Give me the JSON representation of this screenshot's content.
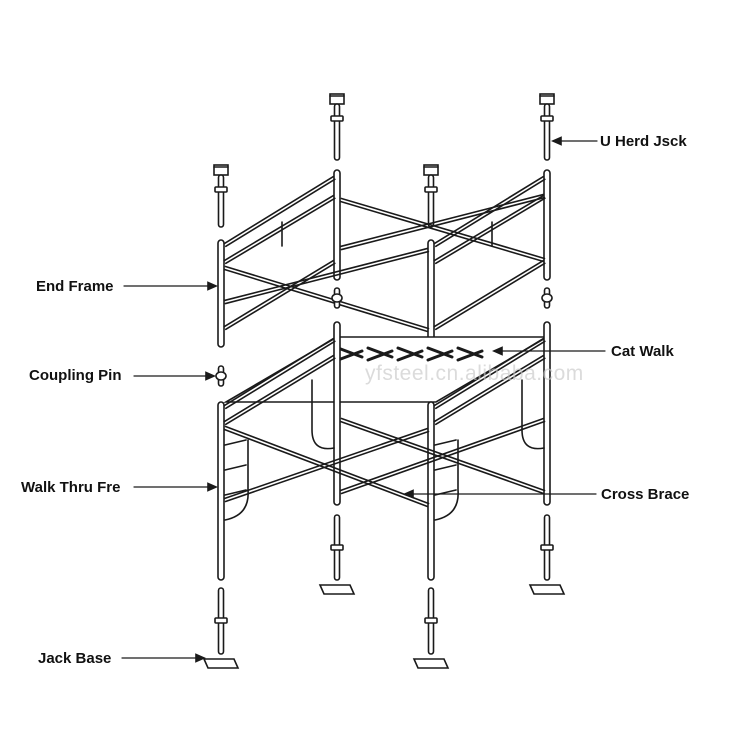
{
  "labels": {
    "u_head_jack": "U Herd Jsck",
    "end_frame": "End Frame",
    "cat_walk": "Cat Walk",
    "coupling_pin": "Coupling Pin",
    "walk_thru_frame": "Walk Thru Fre",
    "cross_brace": "Cross Brace",
    "jack_base": "Jack Base"
  },
  "watermark": "yfsteel.cn.alibaba.com",
  "colors": {
    "line": "#1a1a1a",
    "fill": "#ffffff",
    "text": "#111111",
    "watermark": "#c9c9c9"
  }
}
